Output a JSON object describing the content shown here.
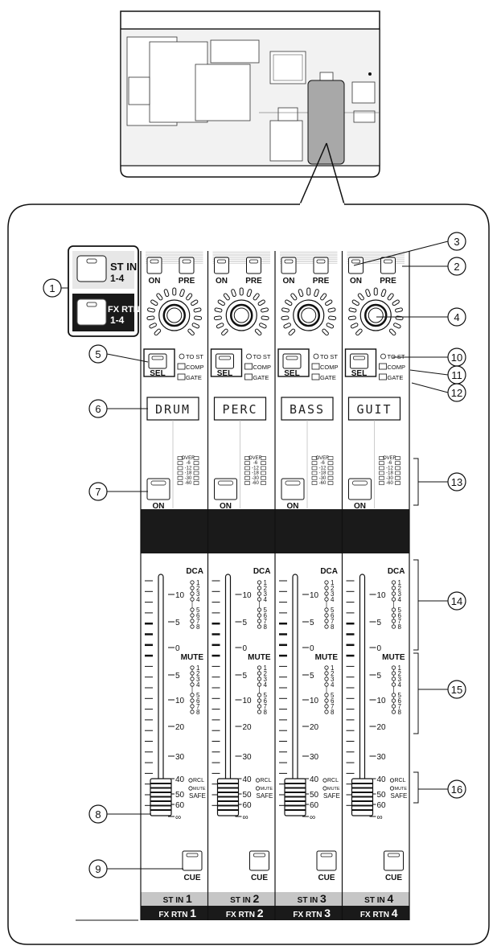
{
  "switch": {
    "st_in": "ST IN",
    "st_in_range": "1-4",
    "fx_rtn": "FX RTN",
    "fx_rtn_range": "1-4"
  },
  "labels": {
    "on": "ON",
    "pre": "PRE",
    "sel": "SEL",
    "to_st": "TO ST",
    "comp": "COMP",
    "gate": "GATE",
    "dca": "DCA",
    "mute": "MUTE",
    "rcl": "RCL",
    "mute_small": "MUTE",
    "safe": "SAFE",
    "cue": "CUE",
    "st_in_prefix": "ST IN",
    "fx_rtn_prefix": "FX RTN"
  },
  "meter_labels": [
    "OVER",
    "-6",
    "-12",
    "-18",
    "-30",
    "-60"
  ],
  "fader_scale": [
    "10",
    "5",
    "0",
    "5",
    "10",
    "20",
    "30",
    "40",
    "50",
    "60",
    "∞"
  ],
  "group_numbers": [
    "1",
    "2",
    "3",
    "4",
    "5",
    "6",
    "7",
    "8"
  ],
  "channels": [
    {
      "display": "DRUM",
      "number": "1"
    },
    {
      "display": "PERC",
      "number": "2"
    },
    {
      "display": "BASS",
      "number": "3"
    },
    {
      "display": "GUIT",
      "number": "4"
    }
  ],
  "callouts": [
    "1",
    "2",
    "3",
    "4",
    "5",
    "6",
    "7",
    "8",
    "9",
    "10",
    "11",
    "12",
    "13",
    "14",
    "15",
    "16"
  ]
}
